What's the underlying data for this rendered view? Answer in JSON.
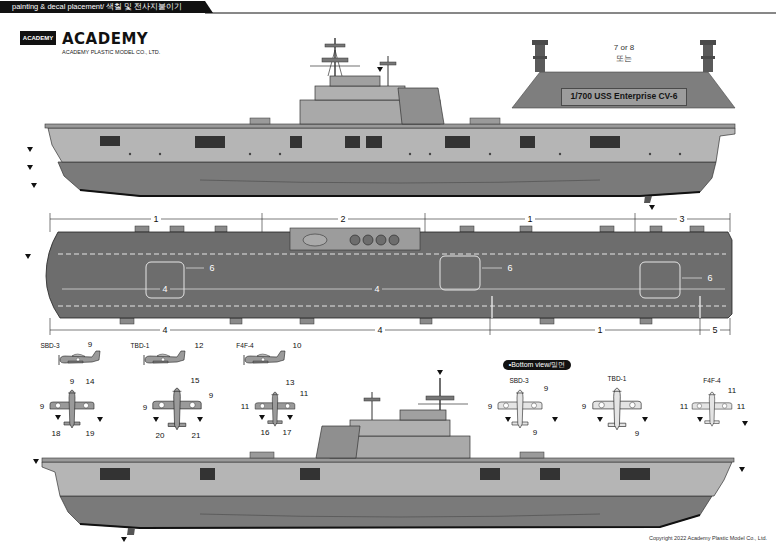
{
  "diagram": {
    "nodes": [
      {
        "text": [
          "painting & decal placement/ 색칠 및 전사지붙이기"
        ]
      },
      {
        "text": [
          "ACADEMY"
        ]
      },
      {
        "text": [
          "1/700 USS Enterprise CV-6"
        ]
      },
      {
        "text": [
          "•Bottom view/밑면"
        ]
      }
    ],
    "labels": [
      "ACADEMY",
      "ACADEMY PLASTIC MODEL CO., LTD.",
      "7 or 8",
      "또는",
      "1",
      "2",
      "1",
      "3",
      "6",
      "4",
      "4",
      "6",
      "6",
      "4",
      "4",
      "1",
      "5",
      "SBD-3",
      "9",
      "TBD-1",
      "12",
      "F4F-4",
      "10",
      "14",
      "9",
      "9",
      "18",
      "19",
      "15",
      "9",
      "9",
      "20",
      "21",
      "13",
      "11",
      "11",
      "16",
      "17",
      "SBD-3",
      "9",
      "9",
      "9",
      "TBD-1",
      "9",
      "9",
      "F4F-4",
      "11",
      "11",
      "11",
      "Copyright 2022 Academy Plastic Model Co., Ltd."
    ]
  }
}
